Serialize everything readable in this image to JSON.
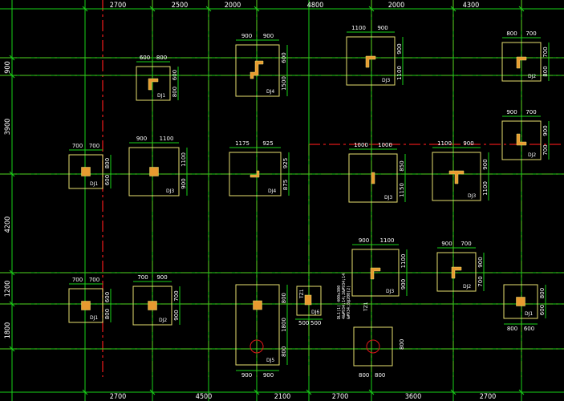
{
  "top_dims": [
    "2700",
    "2500",
    "2000",
    "4800",
    "2000",
    "4300"
  ],
  "bottom_dims": [
    "2700",
    "4500",
    "2100",
    "2700",
    "3600",
    "2700"
  ],
  "left_dims": [
    "900",
    "3900",
    "4200",
    "1200",
    "1800"
  ],
  "footings": [
    {
      "label": "DJ1",
      "top": [
        "600",
        "800"
      ],
      "side": [
        "600",
        "800"
      ]
    },
    {
      "label": "DJ4",
      "top": [
        "900",
        "900"
      ],
      "side": [
        "600",
        "1500"
      ]
    },
    {
      "label": "DJ3",
      "top": [
        "1100",
        "900"
      ],
      "side": [
        "900",
        "1100"
      ]
    },
    {
      "label": "DJ2",
      "top": [
        "800",
        "700"
      ],
      "side": [
        "700",
        "800"
      ]
    },
    {
      "label": "DJ1",
      "top": [
        "700",
        "700"
      ],
      "side": [
        "800",
        "600"
      ]
    },
    {
      "label": "DJ3",
      "top": [
        "900",
        "1100"
      ],
      "side": [
        "1100",
        "900"
      ]
    },
    {
      "label": "DJ4",
      "top": [
        "1175",
        "925"
      ],
      "side": [
        "925",
        "875"
      ]
    },
    {
      "label": "DJ3",
      "top": [
        "1000",
        "1000"
      ],
      "side": [
        "850",
        "1150"
      ]
    },
    {
      "label": "DJ3",
      "top": [
        "1100",
        "900"
      ],
      "side": [
        "900",
        "1100"
      ]
    },
    {
      "label": "DJ2",
      "top": [
        "900",
        "700"
      ],
      "side": [
        "900",
        "700"
      ]
    },
    {
      "label": "DJ3",
      "top": [
        "900",
        "1100"
      ],
      "side": [
        "1100",
        "900"
      ]
    },
    {
      "label": "DJ2",
      "top": [
        "900",
        "700"
      ],
      "side": [
        "900",
        "700"
      ]
    },
    {
      "label": "DJ1",
      "top": [
        "700",
        "700"
      ],
      "side": [
        "600",
        "800"
      ]
    },
    {
      "label": "DJ2",
      "top": [
        "700",
        "900"
      ],
      "side": [
        "700",
        "900"
      ]
    },
    {
      "label": "DJ5",
      "top": [],
      "side": [
        "800",
        "1800",
        "800"
      ]
    },
    {
      "label": "DJ6",
      "top": [],
      "side": []
    },
    {
      "label": "DJ1",
      "top": [],
      "side": [
        "800",
        "600"
      ]
    }
  ],
  "small_dims": {
    "dj5_bottom": [
      "900",
      "900"
    ],
    "dj6_bottom": [
      "500",
      "500"
    ],
    "dj1_bottom": [
      "800",
      "600"
    ],
    "c_bottom": [
      "800",
      "800"
    ],
    "c_side": [
      "800"
    ]
  },
  "tz_labels": [
    "TZ1",
    "TZ1"
  ],
  "notes": [
    "DL1(1) 400x300",
    "4&#934;14;2&#934;14",
    "&#934;8@200(2)"
  ]
}
